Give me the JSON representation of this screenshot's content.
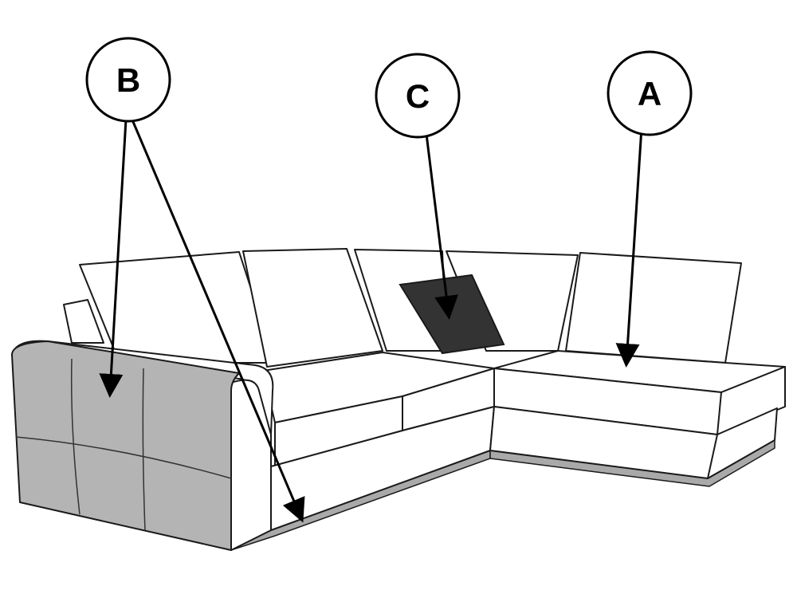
{
  "callouts": {
    "a": {
      "letter": "A"
    },
    "b": {
      "letter": "B"
    },
    "c": {
      "letter": "C"
    }
  },
  "colors": {
    "outline": "#1a1a1a",
    "upholstery": "#ffffff",
    "panel_fill": "#b4b4b4",
    "plinth_fill": "#a9a9a9",
    "cushion_accent": "#333333"
  }
}
